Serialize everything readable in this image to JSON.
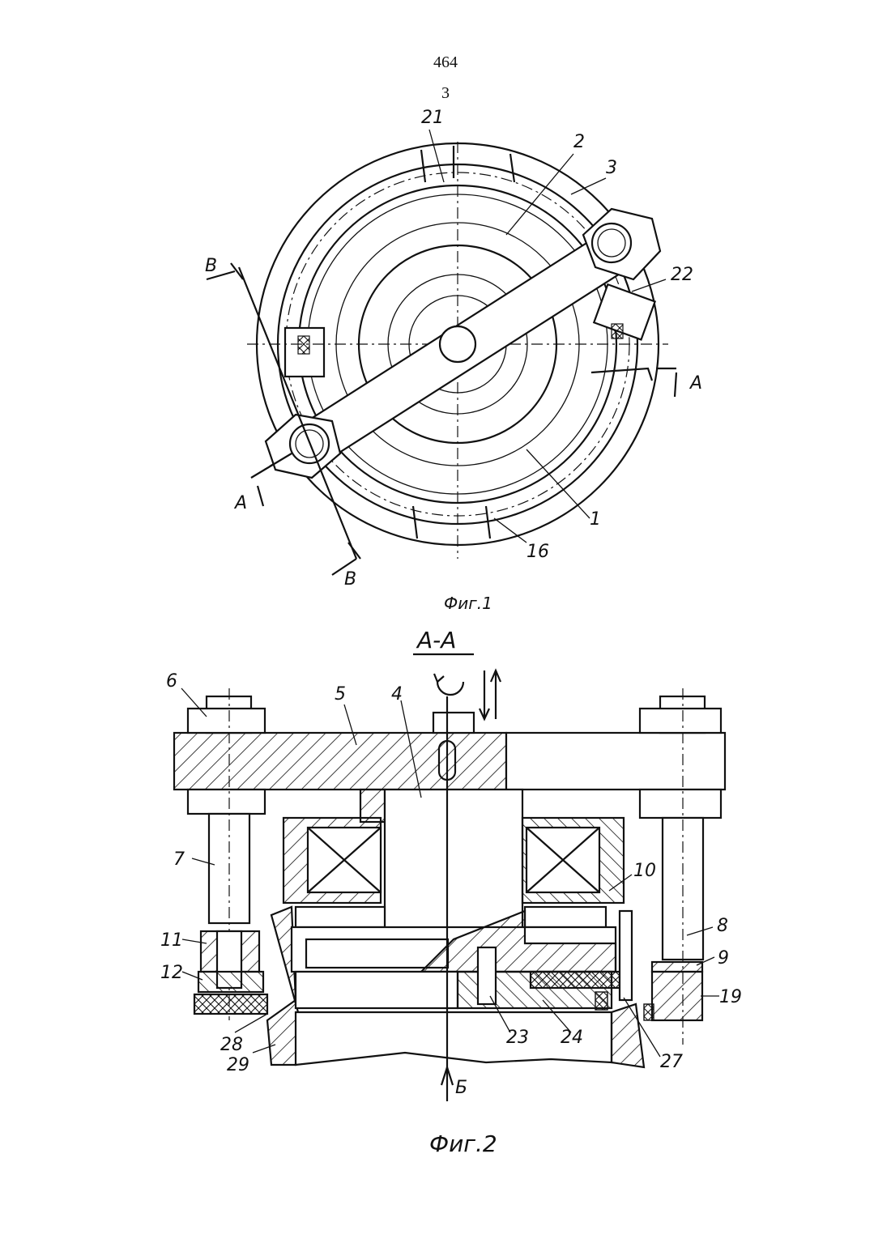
{
  "page": {
    "number": "464",
    "sheet": "3"
  },
  "fig1": {
    "caption": "Фиг.1",
    "labels": {
      "l21": "21",
      "l2": "2",
      "l3": "3",
      "l22": "22",
      "l1": "1",
      "l16": "16",
      "secA": "A",
      "secB": "B"
    }
  },
  "fig2": {
    "section": "A-A",
    "caption": "Фиг.2",
    "labels": {
      "l6": "6",
      "l5": "5",
      "l4": "4",
      "l7": "7",
      "l10": "10",
      "l8": "8",
      "l9": "9",
      "l11": "11",
      "l12": "12",
      "l19": "19",
      "l28": "28",
      "l29": "29",
      "l23": "23",
      "l24": "24",
      "l27": "27",
      "viewB": "Б"
    }
  }
}
